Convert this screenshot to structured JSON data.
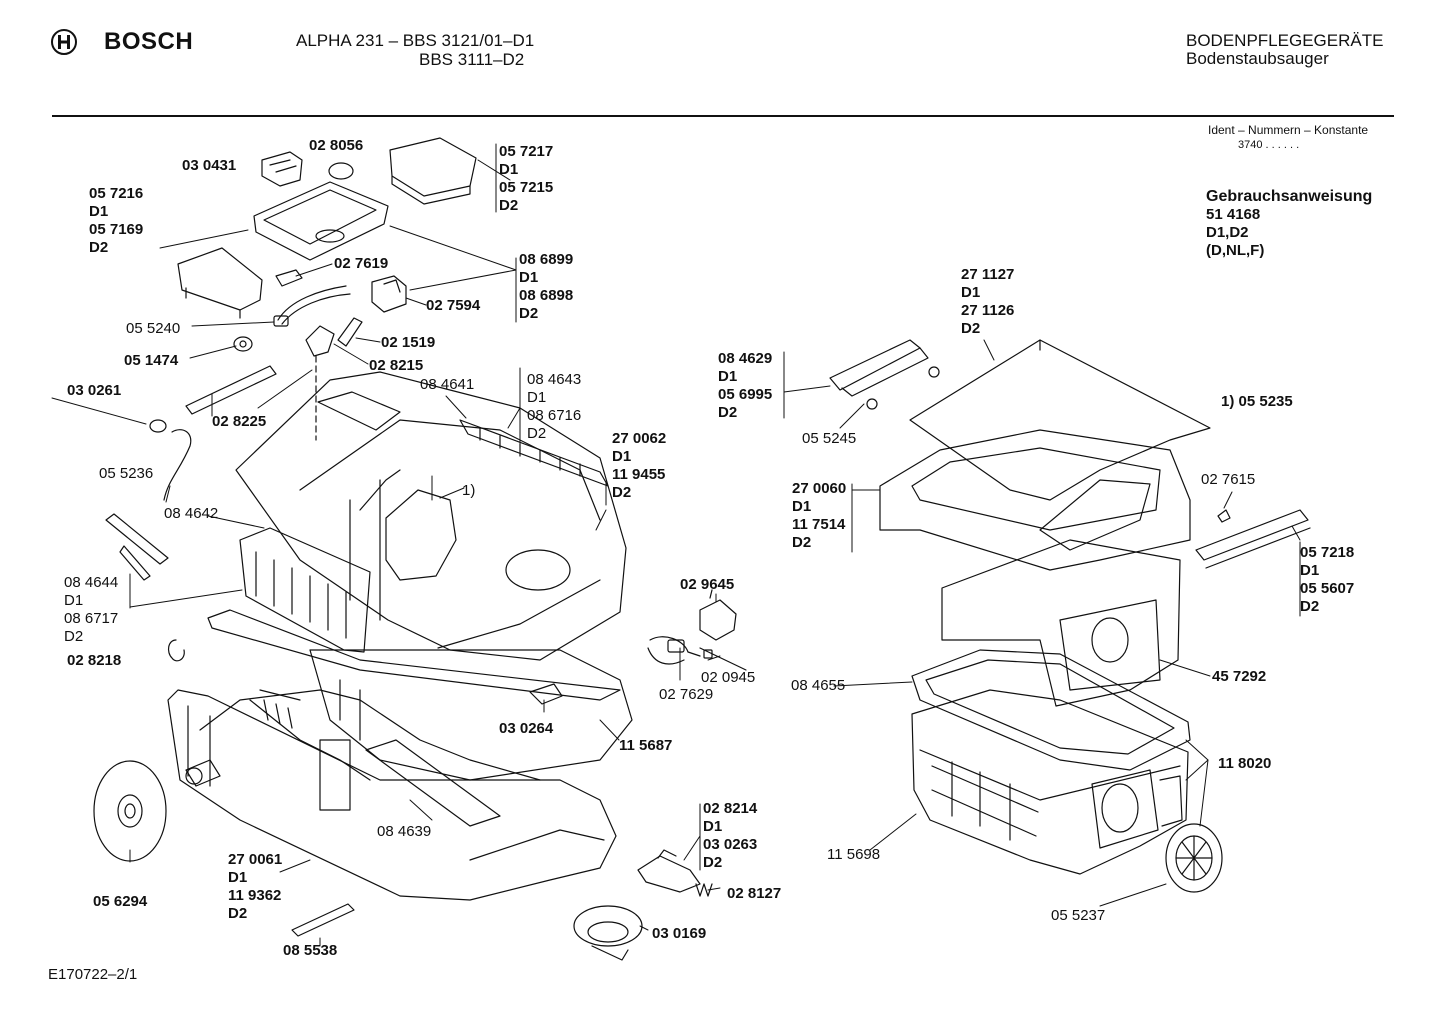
{
  "header": {
    "brand": "BOSCH",
    "model_line1": "ALPHA 231 – BBS 3121/01–D1",
    "model_line2": "BBS 3111–D2",
    "category": "BODENPFLEGEGERÄTE",
    "subcategory": "Bodenstaubsauger"
  },
  "ident": {
    "title": "Ident – Nummern – Konstante",
    "value": "3740 . . . . . ."
  },
  "manual": {
    "title": "Gebrauchsanweisung",
    "lines": [
      "51 4168",
      "D1,D2",
      "(D,NL,F)"
    ]
  },
  "footnote": "1) 05 5235",
  "footer_code": "E170722–2/1",
  "parts": {
    "p030431": "03 0431",
    "p028056": "02 8056",
    "g057217": [
      "05 7217",
      "D1",
      "05 7215",
      "D2"
    ],
    "g057216": [
      "05 7216",
      "D1",
      "05 7169",
      "D2"
    ],
    "p027619": "02 7619",
    "p027594": "02 7594",
    "g086899": [
      "08 6899",
      "D1",
      "08 6898",
      "D2"
    ],
    "p055240": "05 5240",
    "p021519": "02 1519",
    "p051474": "05 1474",
    "p028215": "02 8215",
    "p030261": "03 0261",
    "p028225": "02 8225",
    "p084641": "08 4641",
    "g084643": [
      "08 4643",
      "D1",
      "08 6716",
      "D2"
    ],
    "g270062": [
      "27 0062",
      "D1",
      "11 9455",
      "D2"
    ],
    "p055236": "05 5236",
    "p084642": "08 4642",
    "g084644": [
      "08 4644",
      "D1",
      "08 6717",
      "D2"
    ],
    "p028218": "02 8218",
    "note1": "1)",
    "p029645": "02 9645",
    "p020945": "02 0945",
    "p027629": "02 7629",
    "p030264": "03 0264",
    "p115687": "11 5687",
    "p056294": "05 6294",
    "g270061": [
      "27 0061",
      "D1",
      "11 9362",
      "D2"
    ],
    "p084639": "08 4639",
    "g028214": [
      "02 8214",
      "D1",
      "03 0263",
      "D2"
    ],
    "p028127": "02 8127",
    "p085538": "08 5538",
    "p030169": "03 0169",
    "g271127": [
      "27 1127",
      "D1",
      "27 1126",
      "D2"
    ],
    "g084629": [
      "08 4629",
      "D1",
      "05 6995",
      "D2"
    ],
    "p055245": "05 5245",
    "g270060": [
      "27 0060",
      "D1",
      "11 7514",
      "D2"
    ],
    "p027615": "02 7615",
    "g057218": [
      "05 7218",
      "D1",
      "05 5607",
      "D2"
    ],
    "p084655": "08 4655",
    "p457292": "45 7292",
    "p118020": "11 8020",
    "p115698": "11 5698",
    "p055237": "05 5237"
  }
}
